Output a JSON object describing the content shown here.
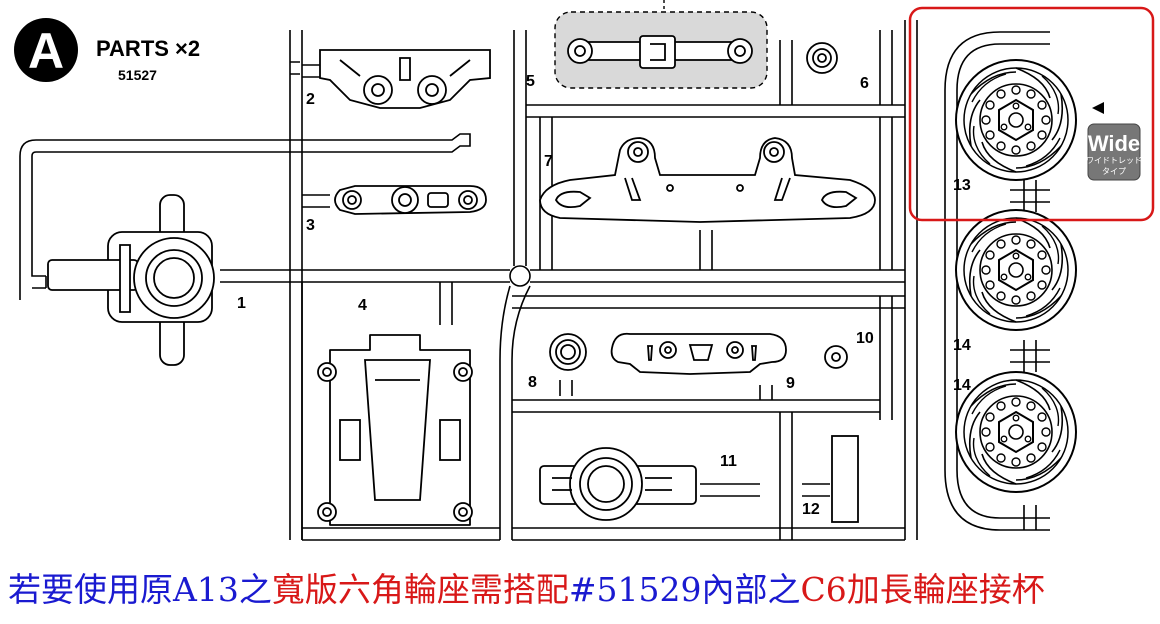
{
  "header": {
    "badge_letter": "A",
    "title": "PARTS ×2",
    "code": "51527"
  },
  "parts": {
    "p1": "1",
    "p2": "2",
    "p3": "3",
    "p4": "4",
    "p5": "5",
    "p6": "6",
    "p7": "7",
    "p8": "8",
    "p9": "9",
    "p10": "10",
    "p11": "11",
    "p12": "12",
    "p13": "13",
    "p14a": "14",
    "p14b": "14"
  },
  "wide_badge": {
    "title": "Wide",
    "sub1": "ワイドトレッド",
    "sub2": "タイプ"
  },
  "colors": {
    "highlight_box": "#d81818",
    "caption_blue": "#1a1ad0",
    "caption_red": "#d81818",
    "part5_shade": "#d9d9d9"
  },
  "caption": {
    "seg1": "若要使用原A13之",
    "seg2": "寬版六角輪座需搭配",
    "seg3": "#51529內部之",
    "seg4": "C6加長輪座接杯"
  }
}
